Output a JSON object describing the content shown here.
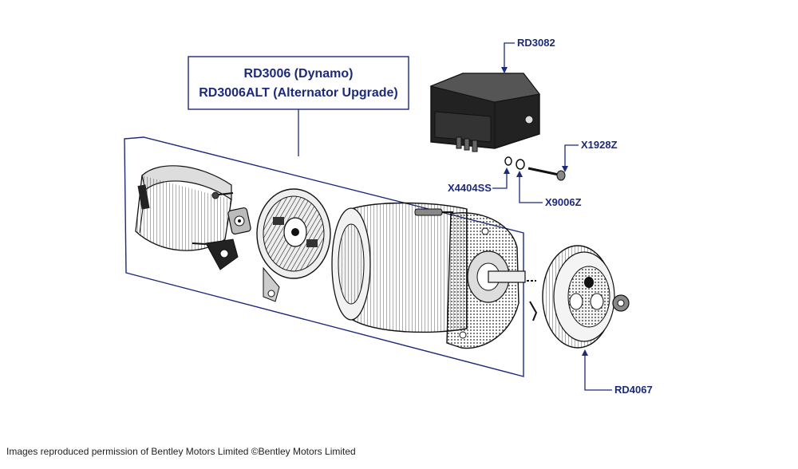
{
  "title_box": {
    "line1": "RD3006 (Dynamo)",
    "line2": "RD3006ALT (Alternator Upgrade)"
  },
  "parts": {
    "regulator": "RD3082",
    "bolt": "X1928Z",
    "washer_ss": "X4404SS",
    "washer": "X9006Z",
    "pulley": "RD4067"
  },
  "credit": "Images reproduced permission of Bentley Motors Limited ©Bentley Motors Limited",
  "colors": {
    "label": "#1c2a7a",
    "ink": "#111111"
  }
}
